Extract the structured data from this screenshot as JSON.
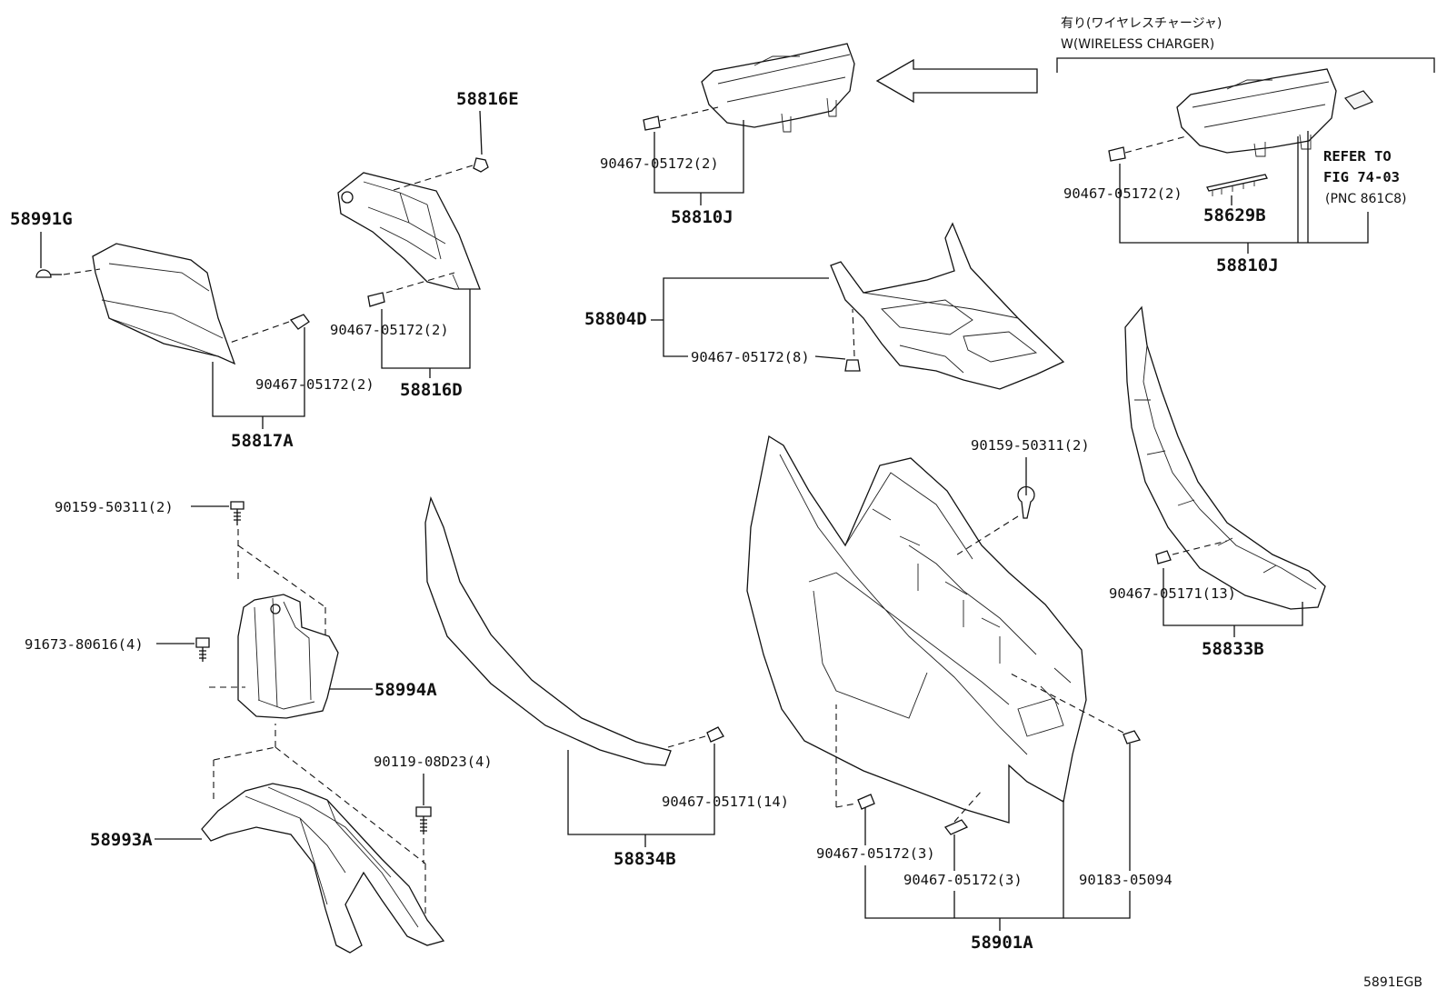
{
  "header": {
    "jp_note": "有り(ワイヤレスチャージャ)",
    "en_note": "W(WIRELESS CHARGER)"
  },
  "refer": {
    "line1": "REFER TO",
    "line2": "FIG 74-03",
    "line3": "(PNC 861C8)"
  },
  "image_code": "5891EGB",
  "parts": {
    "p58816E": "58816E",
    "p58991G": "58991G",
    "p58816D": "58816D",
    "p58817A": "58817A",
    "p58810J_left": "58810J",
    "p58810J_right": "58810J",
    "p58629B": "58629B",
    "p58804D": "58804D",
    "p58833B": "58833B",
    "p58994A": "58994A",
    "p58993A": "58993A",
    "p58834B": "58834B",
    "p58901A": "58901A"
  },
  "fasteners": {
    "f_58816D": "90467-05172(2)",
    "f_58817A": "90467-05172(2)",
    "f_58810J_left": "90467-05172(2)",
    "f_58810J_right": "90467-05172(2)",
    "f_58804D": "90467-05172(8)",
    "f_58833B": "90467-05171(13)",
    "f_bolt_left": "90159-50311(2)",
    "f_bolt_center": "90159-50311(2)",
    "f_91673": "91673-80616(4)",
    "f_90119": "90119-08D23(4)",
    "f_58834B": "90467-05171(14)",
    "f_58901A_a": "90467-05172(3)",
    "f_58901A_b": "90467-05172(3)",
    "f_90183": "90183-05094"
  }
}
